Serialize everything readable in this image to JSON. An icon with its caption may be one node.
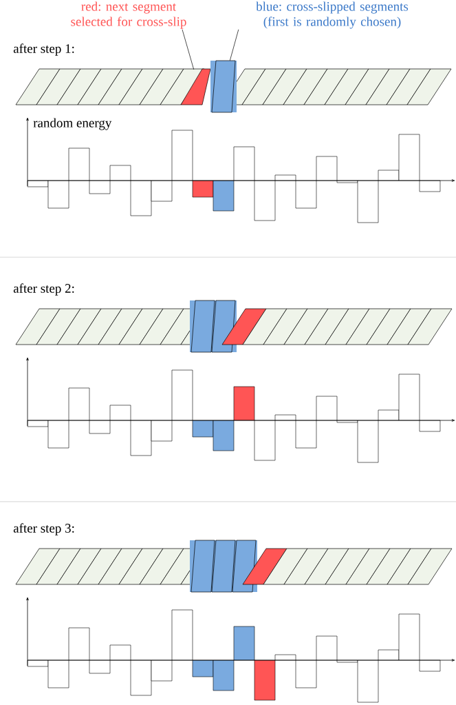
{
  "diagram": {
    "nodes": [
      {
        "text": [
          "red: next segment selected for cross-slip"
        ]
      },
      {
        "text": [
          "blue: cross-slipped segments (first is randomly chosen)"
        ]
      },
      {
        "text": [],
        "shape": "box"
      },
      {
        "text": [],
        "shape": "box"
      }
    ],
    "edges": [
      {
        "from": 0,
        "to": 2,
        "arrow": "none",
        "color": "#000000"
      },
      {
        "from": 1,
        "to": 3,
        "arrow": "none",
        "color": "#000000"
      }
    ],
    "labels": [
      "after step 1:",
      "random energy",
      "after step 2:",
      "after step 3:"
    ]
  }
}
